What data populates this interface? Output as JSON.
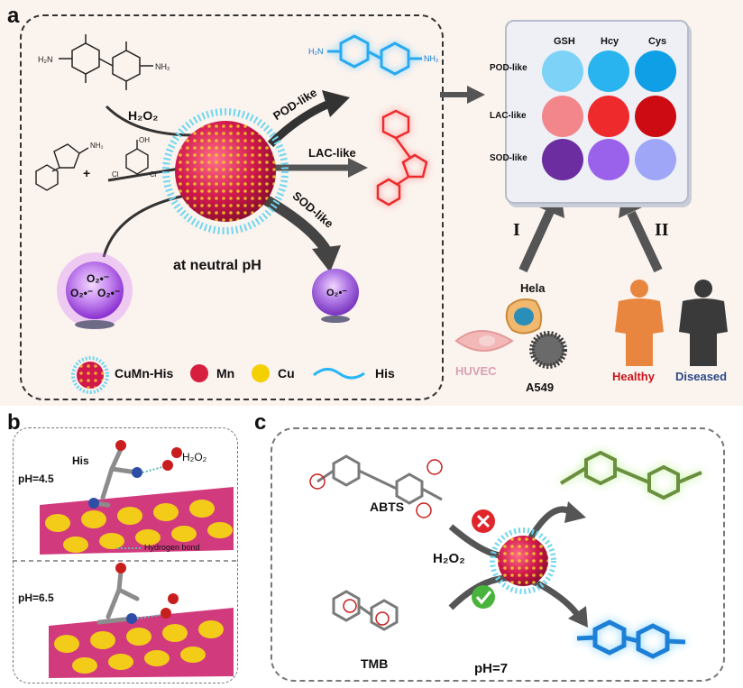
{
  "panel_labels": {
    "a": "a",
    "b": "b",
    "c": "c"
  },
  "panel_a": {
    "oxidant": "H₂O₂",
    "arrows": {
      "pod": "POD-like",
      "lac": "LAC-like",
      "sod": "SOD-like"
    },
    "condition": "at neutral pH",
    "superoxide_cluster": [
      "O₂•⁻",
      "O₂•⁻",
      "O₂•⁻"
    ],
    "superoxide_single": "O₂•⁻",
    "plus": "+",
    "legend": [
      {
        "label": "CuMn-His",
        "color": "#d81e5b"
      },
      {
        "label": "Mn",
        "color": "#d61f3f"
      },
      {
        "label": "Cu",
        "color": "#f4d000"
      },
      {
        "label": "His",
        "color": "#29b6f6"
      }
    ],
    "plate": {
      "columns": [
        "GSH",
        "Hcy",
        "Cys"
      ],
      "rows": [
        {
          "label": "POD-like",
          "colors": [
            "#7dd3f7",
            "#29b3ef",
            "#0e9fe6"
          ]
        },
        {
          "label": "LAC-like",
          "colors": [
            "#f2868a",
            "#ee2a2d",
            "#cc0b12"
          ]
        },
        {
          "label": "SOD-like",
          "colors": [
            "#6b2da0",
            "#9a62ea",
            "#a0a6f7"
          ]
        }
      ]
    },
    "route_labels": {
      "one": "I",
      "two": "II"
    },
    "cells": {
      "hela": "Hela",
      "huvec": "HUVEC",
      "a549": "A549"
    },
    "bodies": {
      "healthy": "Healthy",
      "diseased": "Diseased"
    }
  },
  "panel_b": {
    "top": {
      "ph": "pH=4.5",
      "his": "His",
      "h2o2": "H₂O₂",
      "bond": "Hydrogen bond"
    },
    "bottom": {
      "ph": "pH=6.5"
    }
  },
  "panel_c": {
    "abts": "ABTS",
    "tmb": "TMB",
    "h2o2": "H₂O₂",
    "ph": "pH=7"
  }
}
